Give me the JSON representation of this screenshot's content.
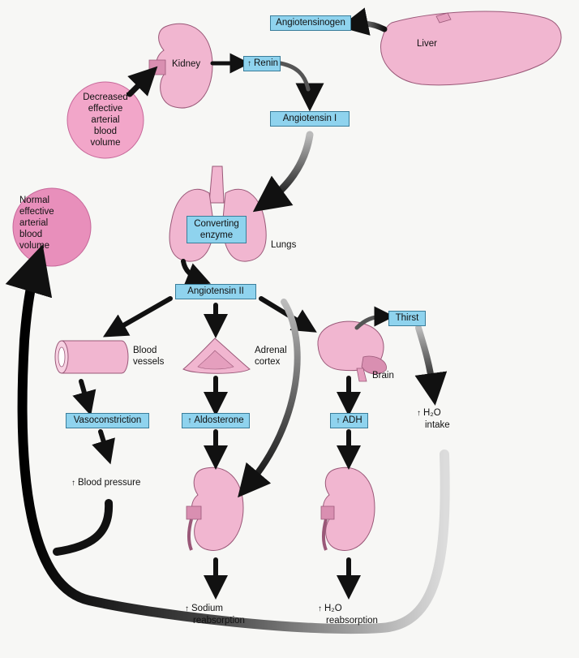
{
  "boxes": {
    "angiotensinogen": "Angiotensinogen",
    "renin": "Renin",
    "angiotensin_i": "Angiotensin I",
    "converting_enzyme_line1": "Converting",
    "converting_enzyme_line2": "enzyme",
    "angiotensin_ii": "Angiotensin II",
    "thirst": "Thirst",
    "vasoconstriction": "Vasoconstriction",
    "aldosterone": "Aldosterone",
    "adh": "ADH"
  },
  "labels": {
    "liver": "Liver",
    "kidney": "Kidney",
    "lungs": "Lungs",
    "blood_vessels": [
      "Blood",
      "vessels"
    ],
    "adrenal_cortex": [
      "Adrenal",
      "cortex"
    ],
    "brain": "Brain",
    "blood_pressure": "Blood pressure",
    "h2o_intake_line1": "H₂O",
    "h2o_intake_line2": "intake",
    "sodium_reabsorption_line1": "Sodium",
    "sodium_reabsorption_line2": "reabsorption",
    "h2o_reabsorption_line1": "H₂O",
    "h2o_reabsorption_line2": "reabsorption"
  },
  "circles": {
    "decreased": [
      "Decreased",
      "effective",
      "arterial",
      "blood",
      "volume"
    ],
    "normal": [
      "Normal",
      "effective",
      "arterial",
      "blood",
      "volume"
    ]
  },
  "symbols": {
    "increase": "↑"
  },
  "colors": {
    "box_fill": "#8fd3ee",
    "organ_fill": "#f1b6d0",
    "circle_fill": "#e88fbb",
    "arrow": "#222222"
  }
}
